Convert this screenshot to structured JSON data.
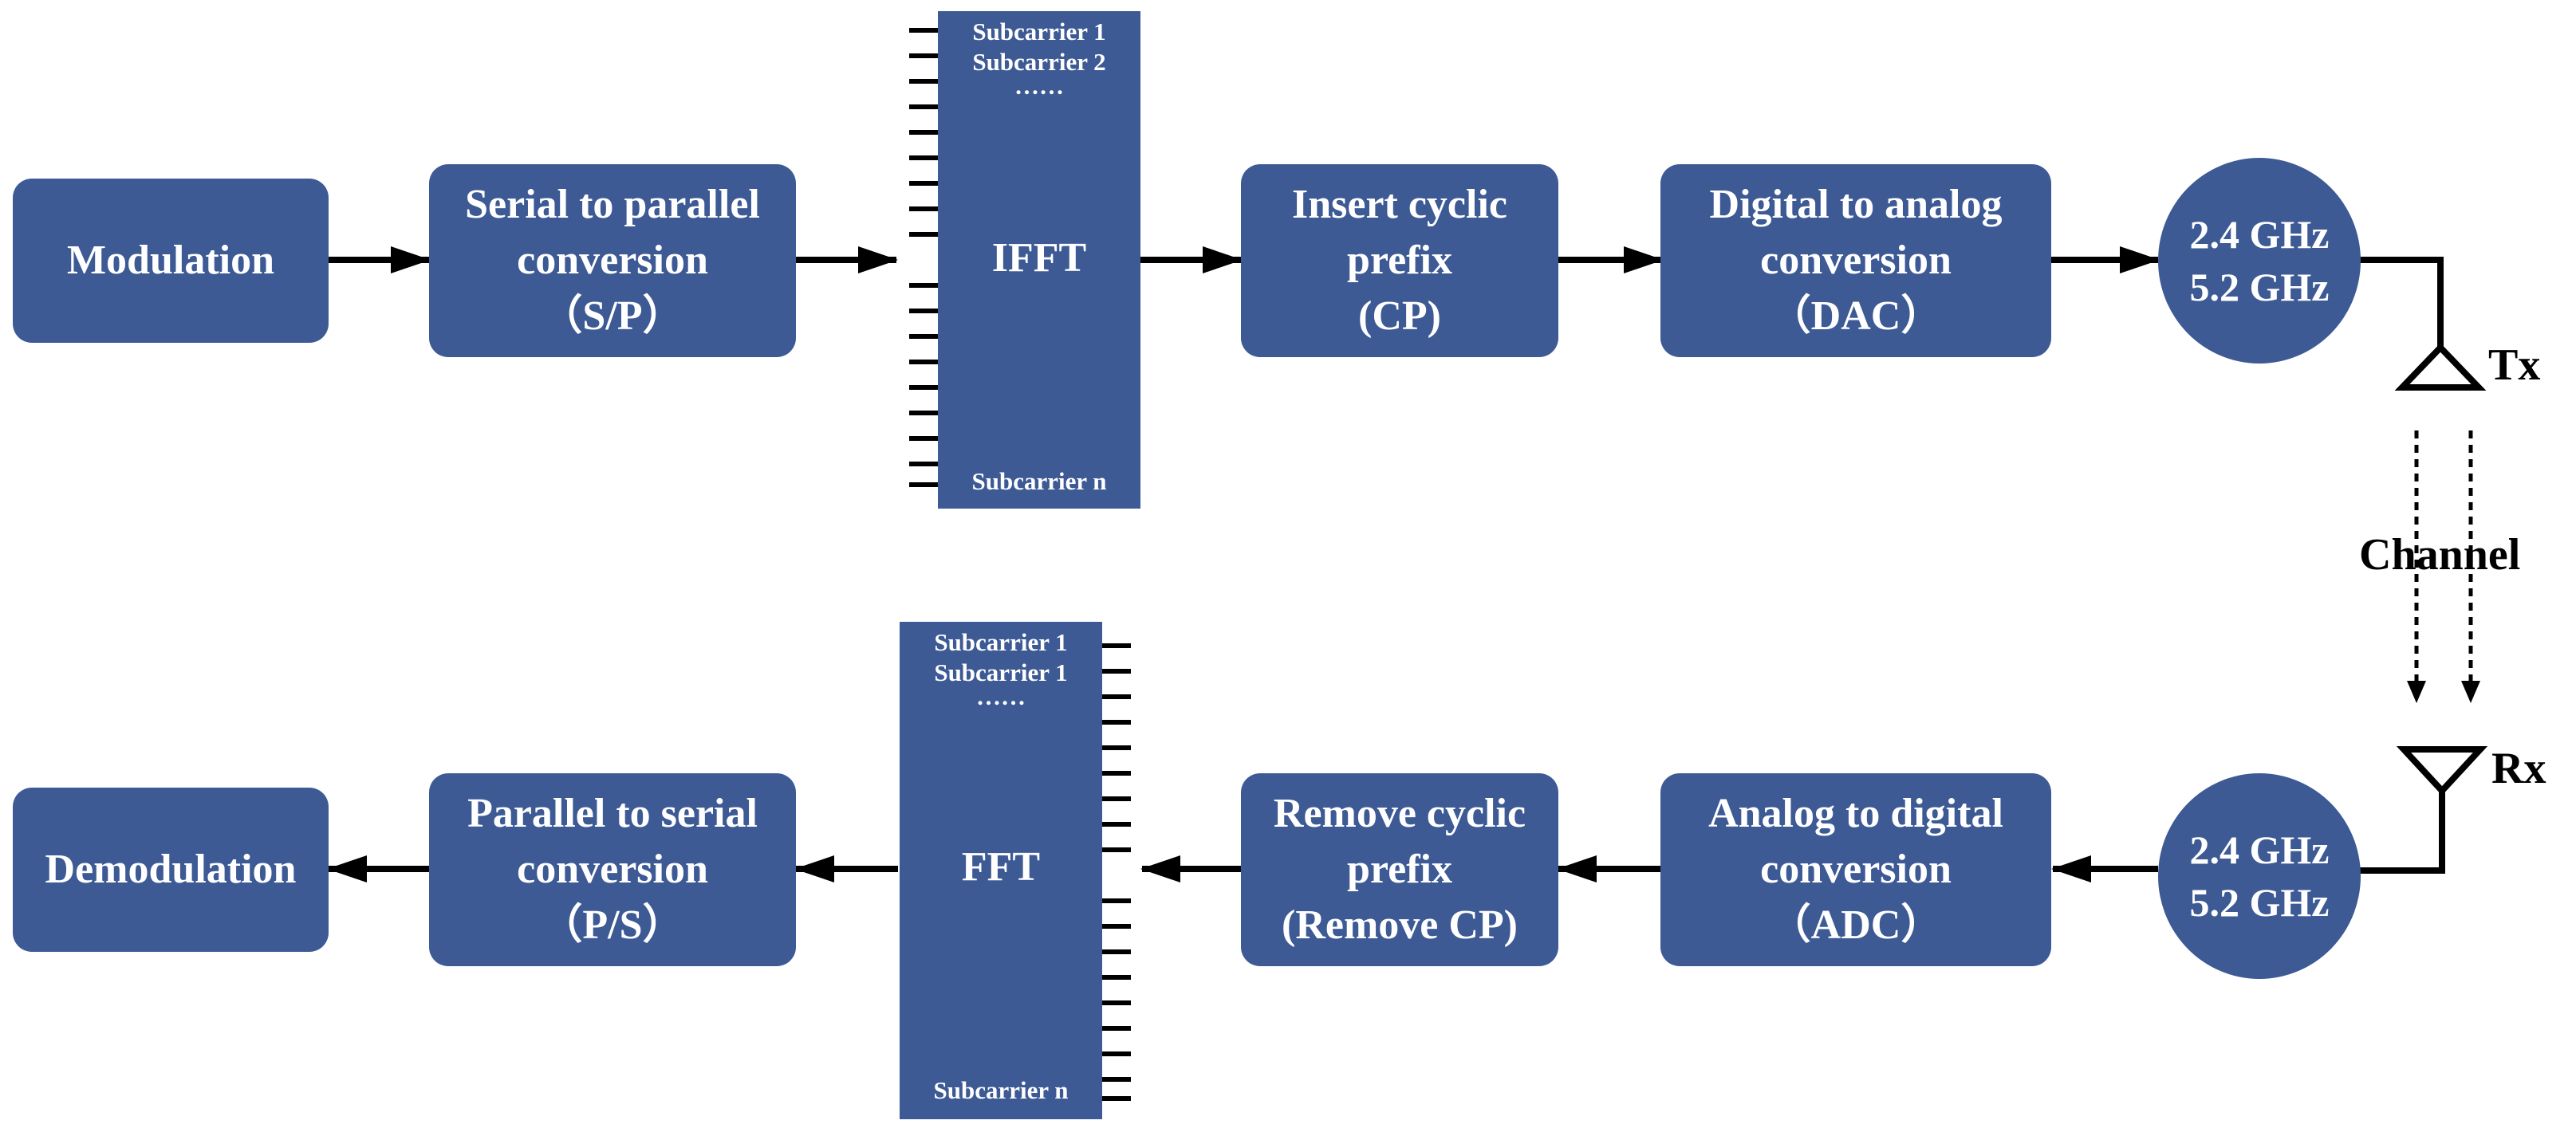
{
  "tx_chain": {
    "modulation": "Modulation",
    "sp_line1": "Serial to parallel",
    "sp_line2": "conversion",
    "sp_line3": "（S/P）",
    "ifft_label": "IFFT",
    "ifft_sub1": "Subcarrier 1",
    "ifft_sub2": "Subcarrier 2",
    "ifft_dots": "……",
    "ifft_subn": "Subcarrier n",
    "cp_line1": "Insert cyclic",
    "cp_line2": "prefix",
    "cp_line3": "(CP)",
    "dac_line1": "Digital to analog",
    "dac_line2": "conversion",
    "dac_line3": "（DAC）",
    "freq1": "2.4 GHz",
    "freq2": "5.2 GHz",
    "antenna_label": "Tx"
  },
  "channel_label": "Channel",
  "rx_chain": {
    "demodulation": "Demodulation",
    "ps_line1": "Parallel to serial",
    "ps_line2": "conversion",
    "ps_line3": "（P/S）",
    "fft_label": "FFT",
    "fft_sub1": "Subcarrier 1",
    "fft_sub2": "Subcarrier 1",
    "fft_dots": "……",
    "fft_subn": "Subcarrier n",
    "rcp_line1": "Remove cyclic",
    "rcp_line2": "prefix",
    "rcp_line3": "(Remove CP)",
    "adc_line1": "Analog to digital",
    "adc_line2": "conversion",
    "adc_line3": "（ADC）",
    "freq1": "2.4 GHz",
    "freq2": "5.2 GHz",
    "antenna_label": "Rx"
  },
  "colors": {
    "block_fill": "#3d5a95",
    "text_on_block": "#ffffff",
    "lines": "#000000"
  }
}
